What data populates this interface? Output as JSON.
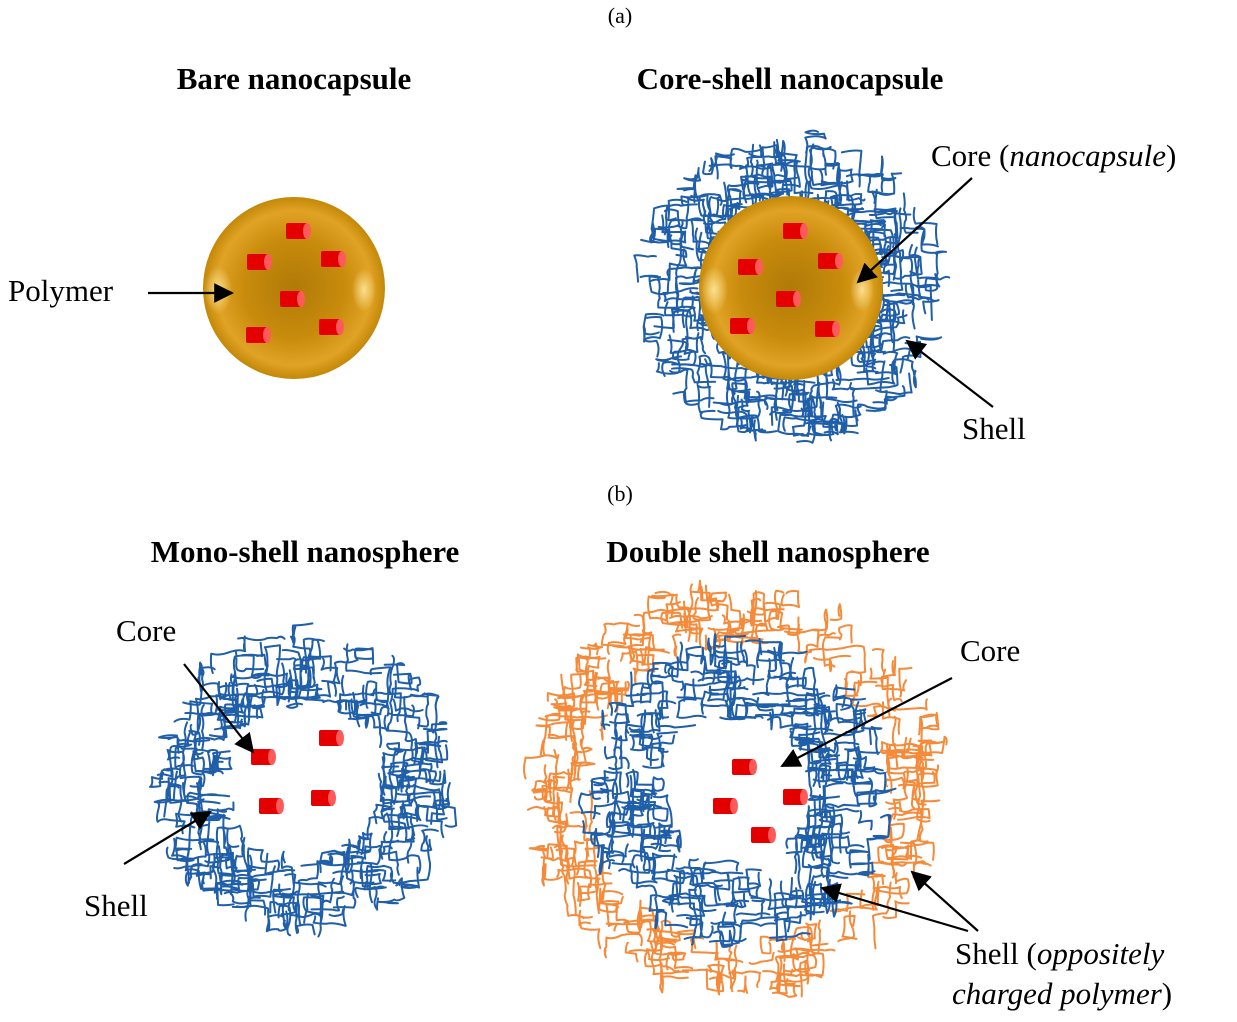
{
  "panel_a": {
    "tag": "(a)",
    "bare": {
      "title": "Bare nanocapsule",
      "polymer_label": "Polymer"
    },
    "coreshell": {
      "title": "Core-shell nanocapsule",
      "core_label": "Core (",
      "core_label_italic": "nanocapsule",
      "core_label_end": ")",
      "shell_label": "Shell"
    }
  },
  "panel_b": {
    "tag": "(b)",
    "mono": {
      "title": "Mono-shell nanosphere",
      "core_label": "Core",
      "shell_label": "Shell"
    },
    "double": {
      "title": "Double shell nanosphere",
      "core_label": "Core",
      "shell_label": "Shell (",
      "shell_italic_1": "oppositely",
      "shell_italic_2": "charged polymer",
      "shell_end": ")"
    }
  },
  "colors": {
    "capsule": "#d4920a",
    "drug": "#e50000",
    "inner_shell": "#1f5ea8",
    "outer_shell": "#f58b3a",
    "arrow": "#000000"
  }
}
